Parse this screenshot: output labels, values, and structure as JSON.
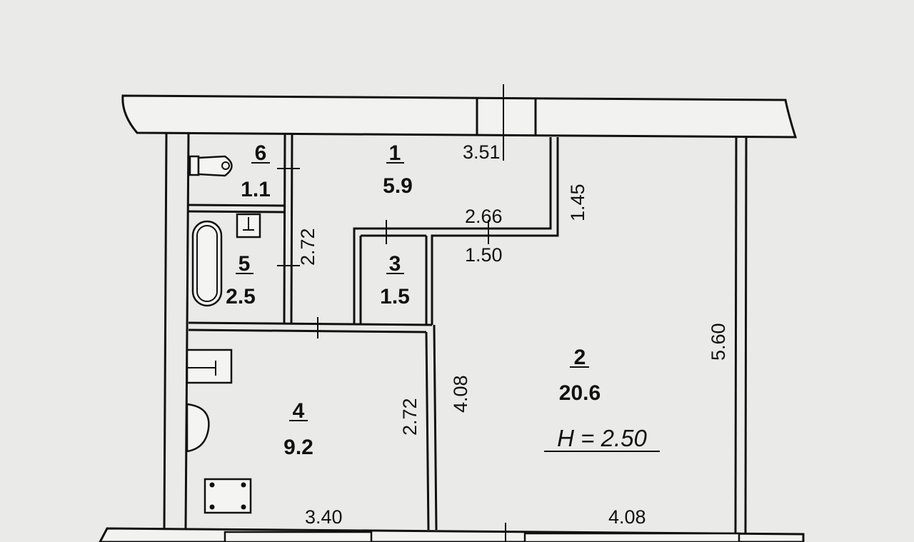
{
  "rooms": [
    {
      "number": "1",
      "area": "5.9"
    },
    {
      "number": "2",
      "area": "20.6"
    },
    {
      "number": "3",
      "area": "1.5"
    },
    {
      "number": "4",
      "area": "9.2"
    },
    {
      "number": "5",
      "area": "2.5"
    },
    {
      "number": "6",
      "area": "1.1"
    }
  ],
  "ceiling_height": "H = 2.50",
  "dimensions": {
    "hall_width": "3.51",
    "hall_depth": "1.45",
    "hall_inner": "2.66",
    "closet_width": "1.50",
    "bath_wc_height": "2.72",
    "kitchen_depth": "2.72",
    "kitchen_width": "3.40",
    "living_left": "4.08",
    "living_length": "5.60",
    "living_width": "4.08"
  }
}
